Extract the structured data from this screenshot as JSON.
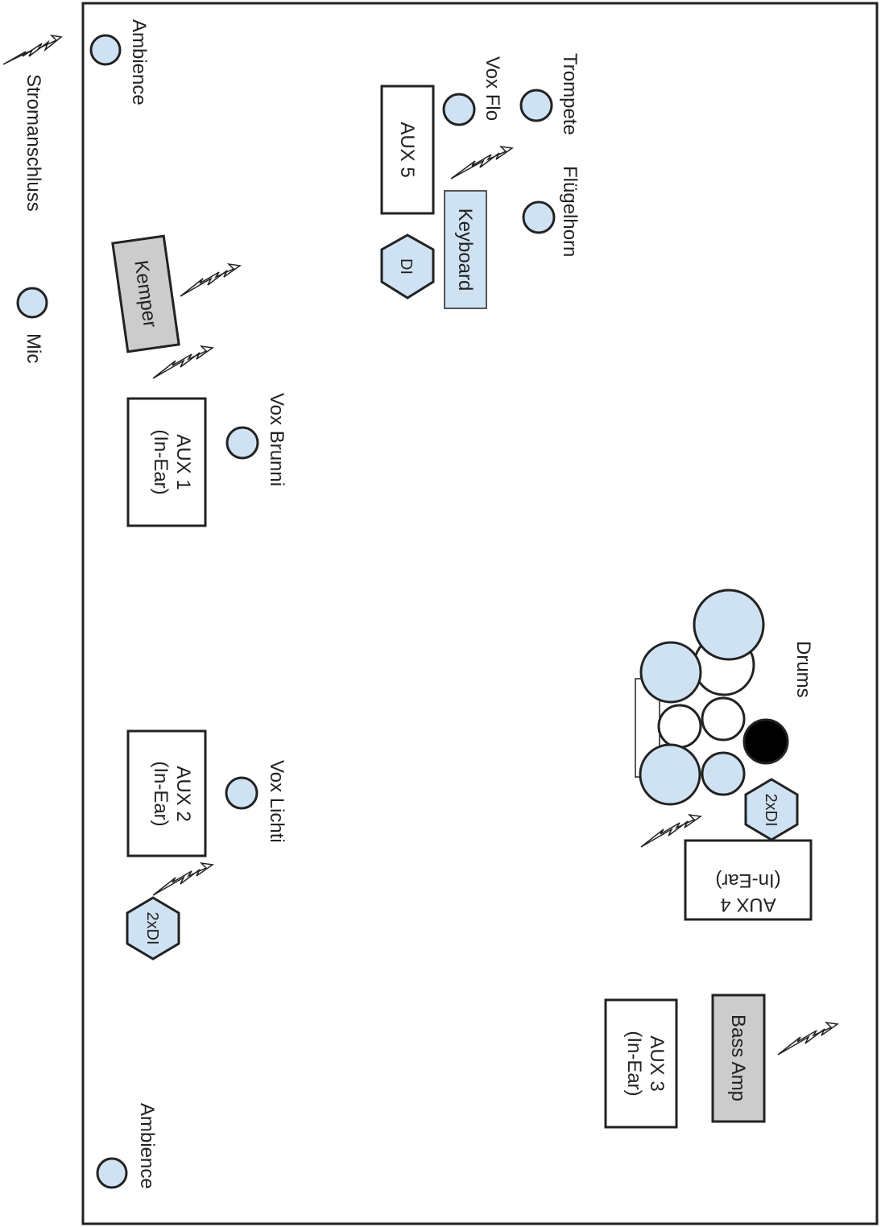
{
  "colors": {
    "mic_fill": "#cfe2f3",
    "amp_fill": "#cccccc",
    "stroke": "#222222",
    "kick_black": "#000000"
  },
  "labels": {
    "ambience_top": "Ambience",
    "ambience_bottom": "Ambience",
    "strom": "Stromanschluss",
    "mic": "Mic",
    "trompete": "Trompete",
    "fluegelhorn": "Flügelhorn",
    "vox_flo": "Vox Flo",
    "aux5": "AUX 5",
    "keyboard": "Keyboard",
    "di": "DI",
    "kemper": "Kemper",
    "aux1_l1": "AUX 1",
    "aux1_l2": "(In-Ear)",
    "vox_brunni": "Vox Brunni",
    "drums": "Drums",
    "dxdi_drums": "2xDI",
    "aux4_l1": "AUX 4",
    "aux4_l2": "(In-Ear)",
    "aux2_l1": "AUX 2",
    "aux2_l2": "(In-Ear)",
    "vox_lichti": "Vox Lichti",
    "dxdi_left": "2xDI",
    "bass_amp": "Bass Amp",
    "aux3_l1": "AUX 3",
    "aux3_l2": "(In-Ear)"
  },
  "icons": {
    "power": "power-outlet-icon",
    "mic": "mic-icon"
  }
}
